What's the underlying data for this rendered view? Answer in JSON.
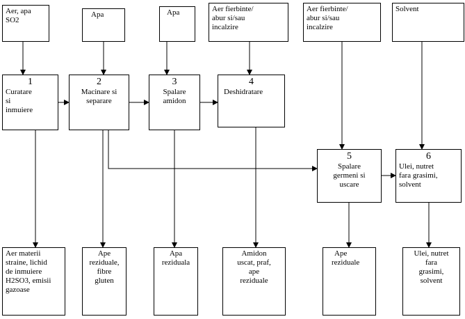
{
  "inputs": [
    {
      "lines": [
        "Aer, apa",
        "SO2"
      ]
    },
    {
      "lines": [
        "Apa"
      ]
    },
    {
      "lines": [
        "Apa"
      ]
    },
    {
      "lines": [
        "Aer fierbinte/",
        "abur si/sau",
        "incalzire"
      ]
    },
    {
      "lines": [
        "Aer fierbinte/",
        "abur si/sau",
        "incalzire"
      ]
    },
    {
      "lines": [
        "Solvent"
      ]
    }
  ],
  "steps": [
    {
      "number": "1",
      "lines": [
        "Curatare",
        "si",
        "inmuiere"
      ]
    },
    {
      "number": "2",
      "lines": [
        "Macinare si",
        "separare"
      ]
    },
    {
      "number": "3",
      "lines": [
        "Spalare",
        "amidon"
      ]
    },
    {
      "number": "4",
      "lines": [
        "Deshidratare"
      ]
    },
    {
      "number": "5",
      "lines": [
        "Spalare",
        "germeni si",
        "uscare"
      ]
    },
    {
      "number": "6",
      "lines": [
        "Ulei, nutret",
        "fara grasimi,",
        "solvent"
      ]
    }
  ],
  "outputs": [
    {
      "lines": [
        "Aer materii",
        "straine, lichid",
        "de inmuiere",
        "H2SO3, emisii",
        "gazoase"
      ]
    },
    {
      "lines": [
        "Ape",
        "reziduale,",
        "fibre",
        "gluten"
      ]
    },
    {
      "lines": [
        "Apa",
        "reziduala"
      ]
    },
    {
      "lines": [
        "Amidon",
        "uscat, praf,",
        "ape",
        "reziduale"
      ]
    },
    {
      "lines": [
        "Ape",
        "reziduale"
      ]
    },
    {
      "lines": [
        "Ulei, nutret",
        "fara",
        "grasimi,",
        "solvent"
      ]
    }
  ]
}
